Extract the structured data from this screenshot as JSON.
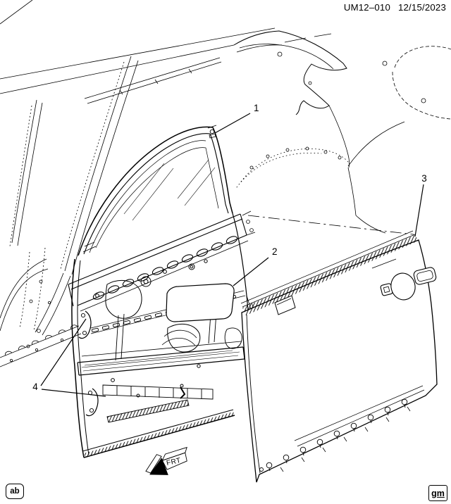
{
  "header": {
    "drawing_number": "UM12–010",
    "date": "12/15/2023"
  },
  "callouts": [
    {
      "label": "1"
    },
    {
      "label": "2"
    },
    {
      "label": "3"
    },
    {
      "label": "4"
    }
  ],
  "direction_indicator": {
    "label": "FRT"
  },
  "footer": {
    "left_code": "ab",
    "brand_mark": "gm"
  },
  "colors": {
    "ink": "#000000",
    "paper": "#ffffff"
  }
}
